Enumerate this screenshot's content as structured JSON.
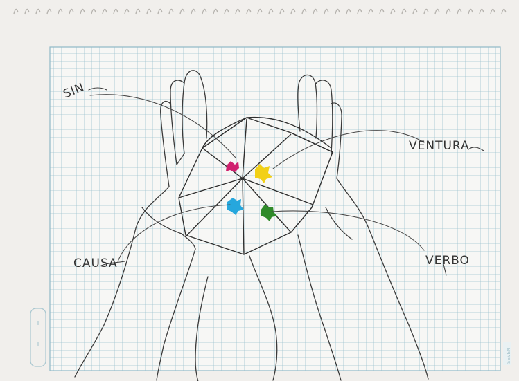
{
  "artwork": {
    "labels": {
      "top_left": "SIN",
      "top_right": "VENTURA",
      "bottom_left": "CAUSA",
      "bottom_right": "VERBO"
    },
    "colors": {
      "paper": "#f1efec",
      "sheet": "#f7f7f5",
      "grid": "#9ec3cf",
      "ink": "#3a3a3a",
      "magenta": "#d0216f",
      "yellow": "#f2d016",
      "cyan": "#26a7dd",
      "green": "#2f8a2a"
    },
    "notebook_brand": "SEVEN"
  }
}
